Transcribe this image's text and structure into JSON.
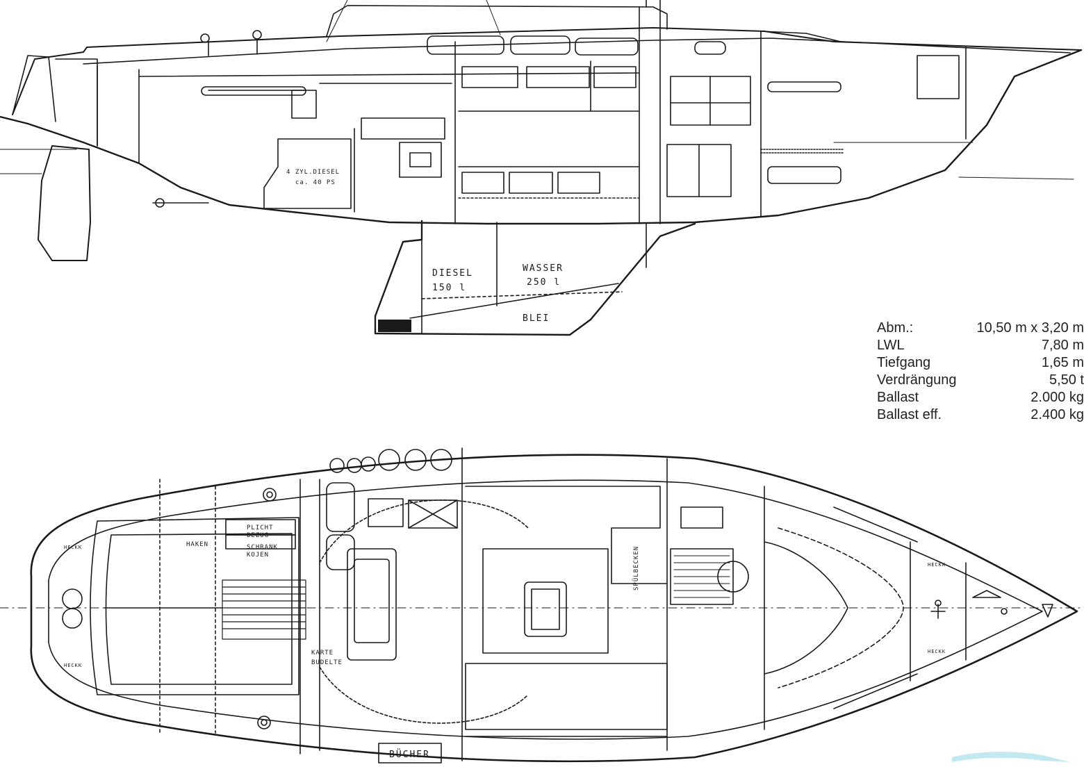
{
  "side_profile": {
    "engine_label_1": "4 ZYL.DIESEL",
    "engine_label_2": "ca. 40 PS",
    "diesel_tank": "DIESEL",
    "diesel_volume": "150 l",
    "water_tank": "WASSER",
    "water_volume": "250 l",
    "keel_label": "BLEI"
  },
  "specs": [
    {
      "label": "Abm.:",
      "value": "10,50 m x 3,20 m"
    },
    {
      "label": "LWL",
      "value": "7,80 m"
    },
    {
      "label": "Tiefgang",
      "value": "1,65 m"
    },
    {
      "label": "Verdrängung",
      "value": "5,50 t"
    },
    {
      "label": "Ballast",
      "value": "2.000 kg"
    },
    {
      "label": "Ballast eff.",
      "value": "2.400 kg"
    }
  ],
  "deck_plan": {
    "stern_tag_top": "HECKK",
    "stern_tag_bottom": "HECKK",
    "locker_1": "PLICHT",
    "locker_2": "BEZUG",
    "locker_3": "SCHRANK",
    "locker_4": "KOJEN",
    "stowage": "HAKEN",
    "galley_tag_1": "KARTE",
    "galley_tag_2": "BUDELTE",
    "head_tag": "SPÜLBECKEN",
    "books_tag": "BÜCHER",
    "bow_tag_top": "HECKK",
    "bow_tag_bottom": "HECKK"
  }
}
